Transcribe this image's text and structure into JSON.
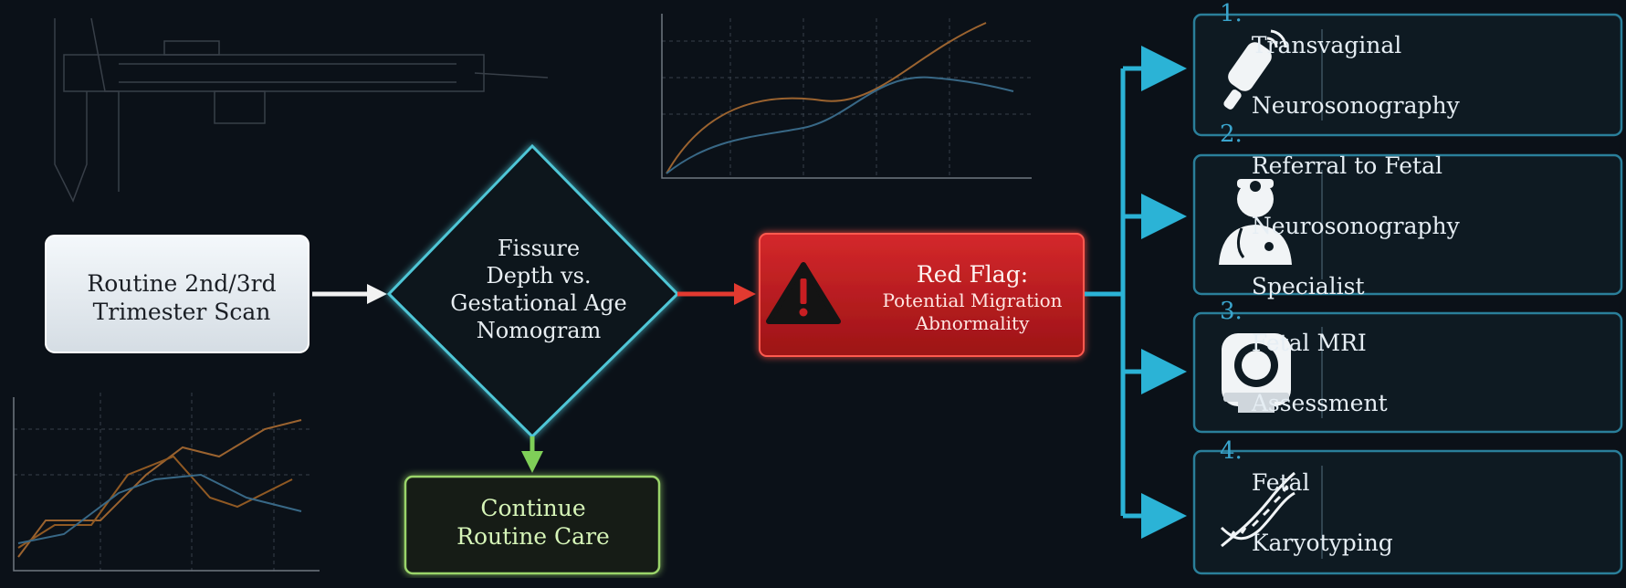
{
  "start_box": {
    "line1": "Routine 2nd/3rd",
    "line2": "Trimester Scan"
  },
  "decision": {
    "line1": "Fissure",
    "line2": "Depth vs.",
    "line3": "Gestational Age",
    "line4": "Nomogram"
  },
  "red_flag": {
    "title": "Red Flag:",
    "line1": "Potential Migration",
    "line2": "Abnormality"
  },
  "continue_box": {
    "line1": "Continue",
    "line2": "Routine Care"
  },
  "options": [
    {
      "number": "1.",
      "line1": "Transvaginal",
      "line2": "Neurosonography",
      "icon": "ultrasound-probe-icon"
    },
    {
      "number": "2.",
      "line1": "Referral to Fetal",
      "line2": "Neurosonography",
      "line3": "Specialist",
      "icon": "doctor-icon"
    },
    {
      "number": "3.",
      "line1": "Fetal MRI",
      "line2": "Assessment",
      "icon": "mri-scanner-icon"
    },
    {
      "number": "4.",
      "line1": "Fetal",
      "line2": "Karyotyping",
      "icon": "dna-icon"
    }
  ],
  "colors": {
    "background": "#0b1118",
    "decision_outline": "#4fc6d6",
    "red_flag_fill": "#c81e22",
    "continue_outline": "#9ad46a",
    "option_outline": "#2a7f9a",
    "connector_blue": "#2bb3d6",
    "arrow_red": "#e23a30",
    "arrow_green": "#7fcf58"
  }
}
